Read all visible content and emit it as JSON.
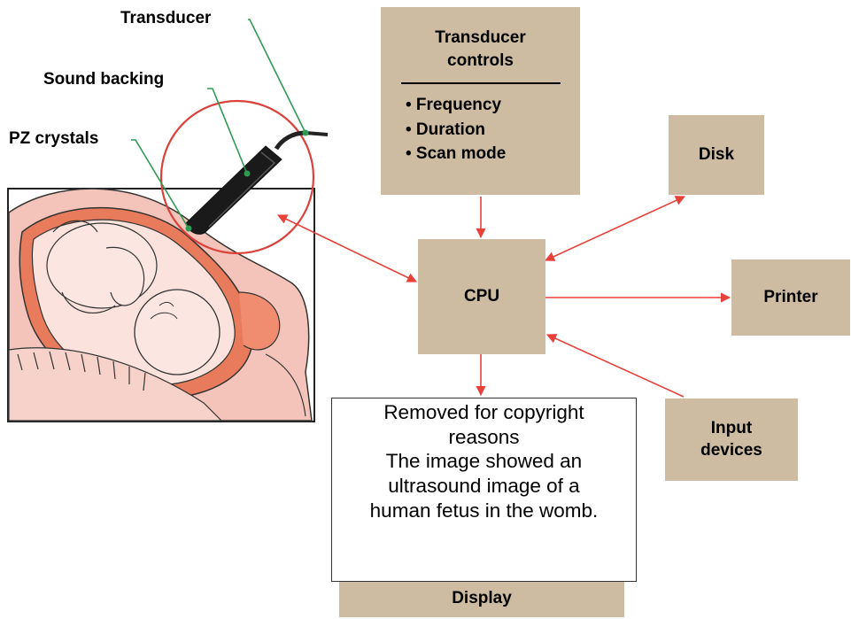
{
  "labels": {
    "transducer": "Transducer",
    "sound_backing": "Sound backing",
    "pz_crystals": "PZ crystals"
  },
  "boxes": {
    "controls": {
      "title_line1": "Transducer",
      "title_line2": "controls",
      "items": [
        "• Frequency",
        "• Duration",
        "• Scan mode"
      ]
    },
    "disk": "Disk",
    "cpu": "CPU",
    "printer": "Printer",
    "input_line1": "Input",
    "input_line2": "devices",
    "display": "Display"
  },
  "placeholder": {
    "lines": [
      "Removed for copyright",
      "reasons",
      "The image showed an",
      "ultrasound image of a",
      "human fetus in the womb."
    ]
  },
  "colors": {
    "box_fill": "#cdbca2",
    "arrow": "#e8413a",
    "callout_line": "#2e9a52",
    "highlight_circle": "#d9413a"
  }
}
